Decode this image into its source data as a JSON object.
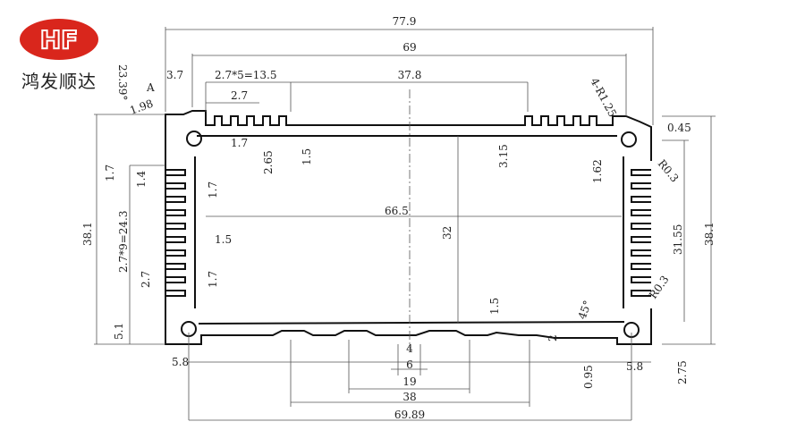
{
  "brand": {
    "logo_letters": "HF",
    "name": "鸿发顺达",
    "logo_color": "#d9261c"
  },
  "drawing": {
    "dims": {
      "overall_width": "77.9",
      "inner_width": "69",
      "fin_span": "37.8",
      "fin_pitch_top": "2.7*5=13.5",
      "fin_pitch": "2.7",
      "corner_width": "3.7",
      "angle": "23.39°",
      "chamfer": "1.98",
      "section_mark": "A",
      "corner_radius": "4-R1.25",
      "offset": "0.45",
      "radius_top": "R0.3",
      "radius_bottom": "R0.3",
      "top_fin_width": "1.7",
      "fin_depth_top": "2.65",
      "wall_top": "1.5",
      "fin_height_right": "3.15",
      "gap_right": "1.62",
      "left_1_7": "1.7",
      "left_1_4": "1.4",
      "left_fin_1_7": "1.7",
      "cavity_width": "66.5",
      "cavity_height": "32",
      "overall_height_left": "38.1",
      "fin_pitch_side": "2.7*9=24.3",
      "side_wall": "1.5",
      "side_pitch": "2.7",
      "side_fin_1_7": "1.7",
      "bottom_offset": "5.1",
      "bottom_wall": "1.5",
      "chamfer_angle": "45°",
      "step": "2",
      "slot_4": "4",
      "slot_6": "6",
      "span_19": "19",
      "span_38": "38",
      "hole_span": "69.89",
      "foot_left": "5.8",
      "foot_right": "5.8",
      "groove": "0.95",
      "foot_height": "2.75",
      "side_height": "31.55",
      "overall_height_right": "38.1"
    }
  }
}
